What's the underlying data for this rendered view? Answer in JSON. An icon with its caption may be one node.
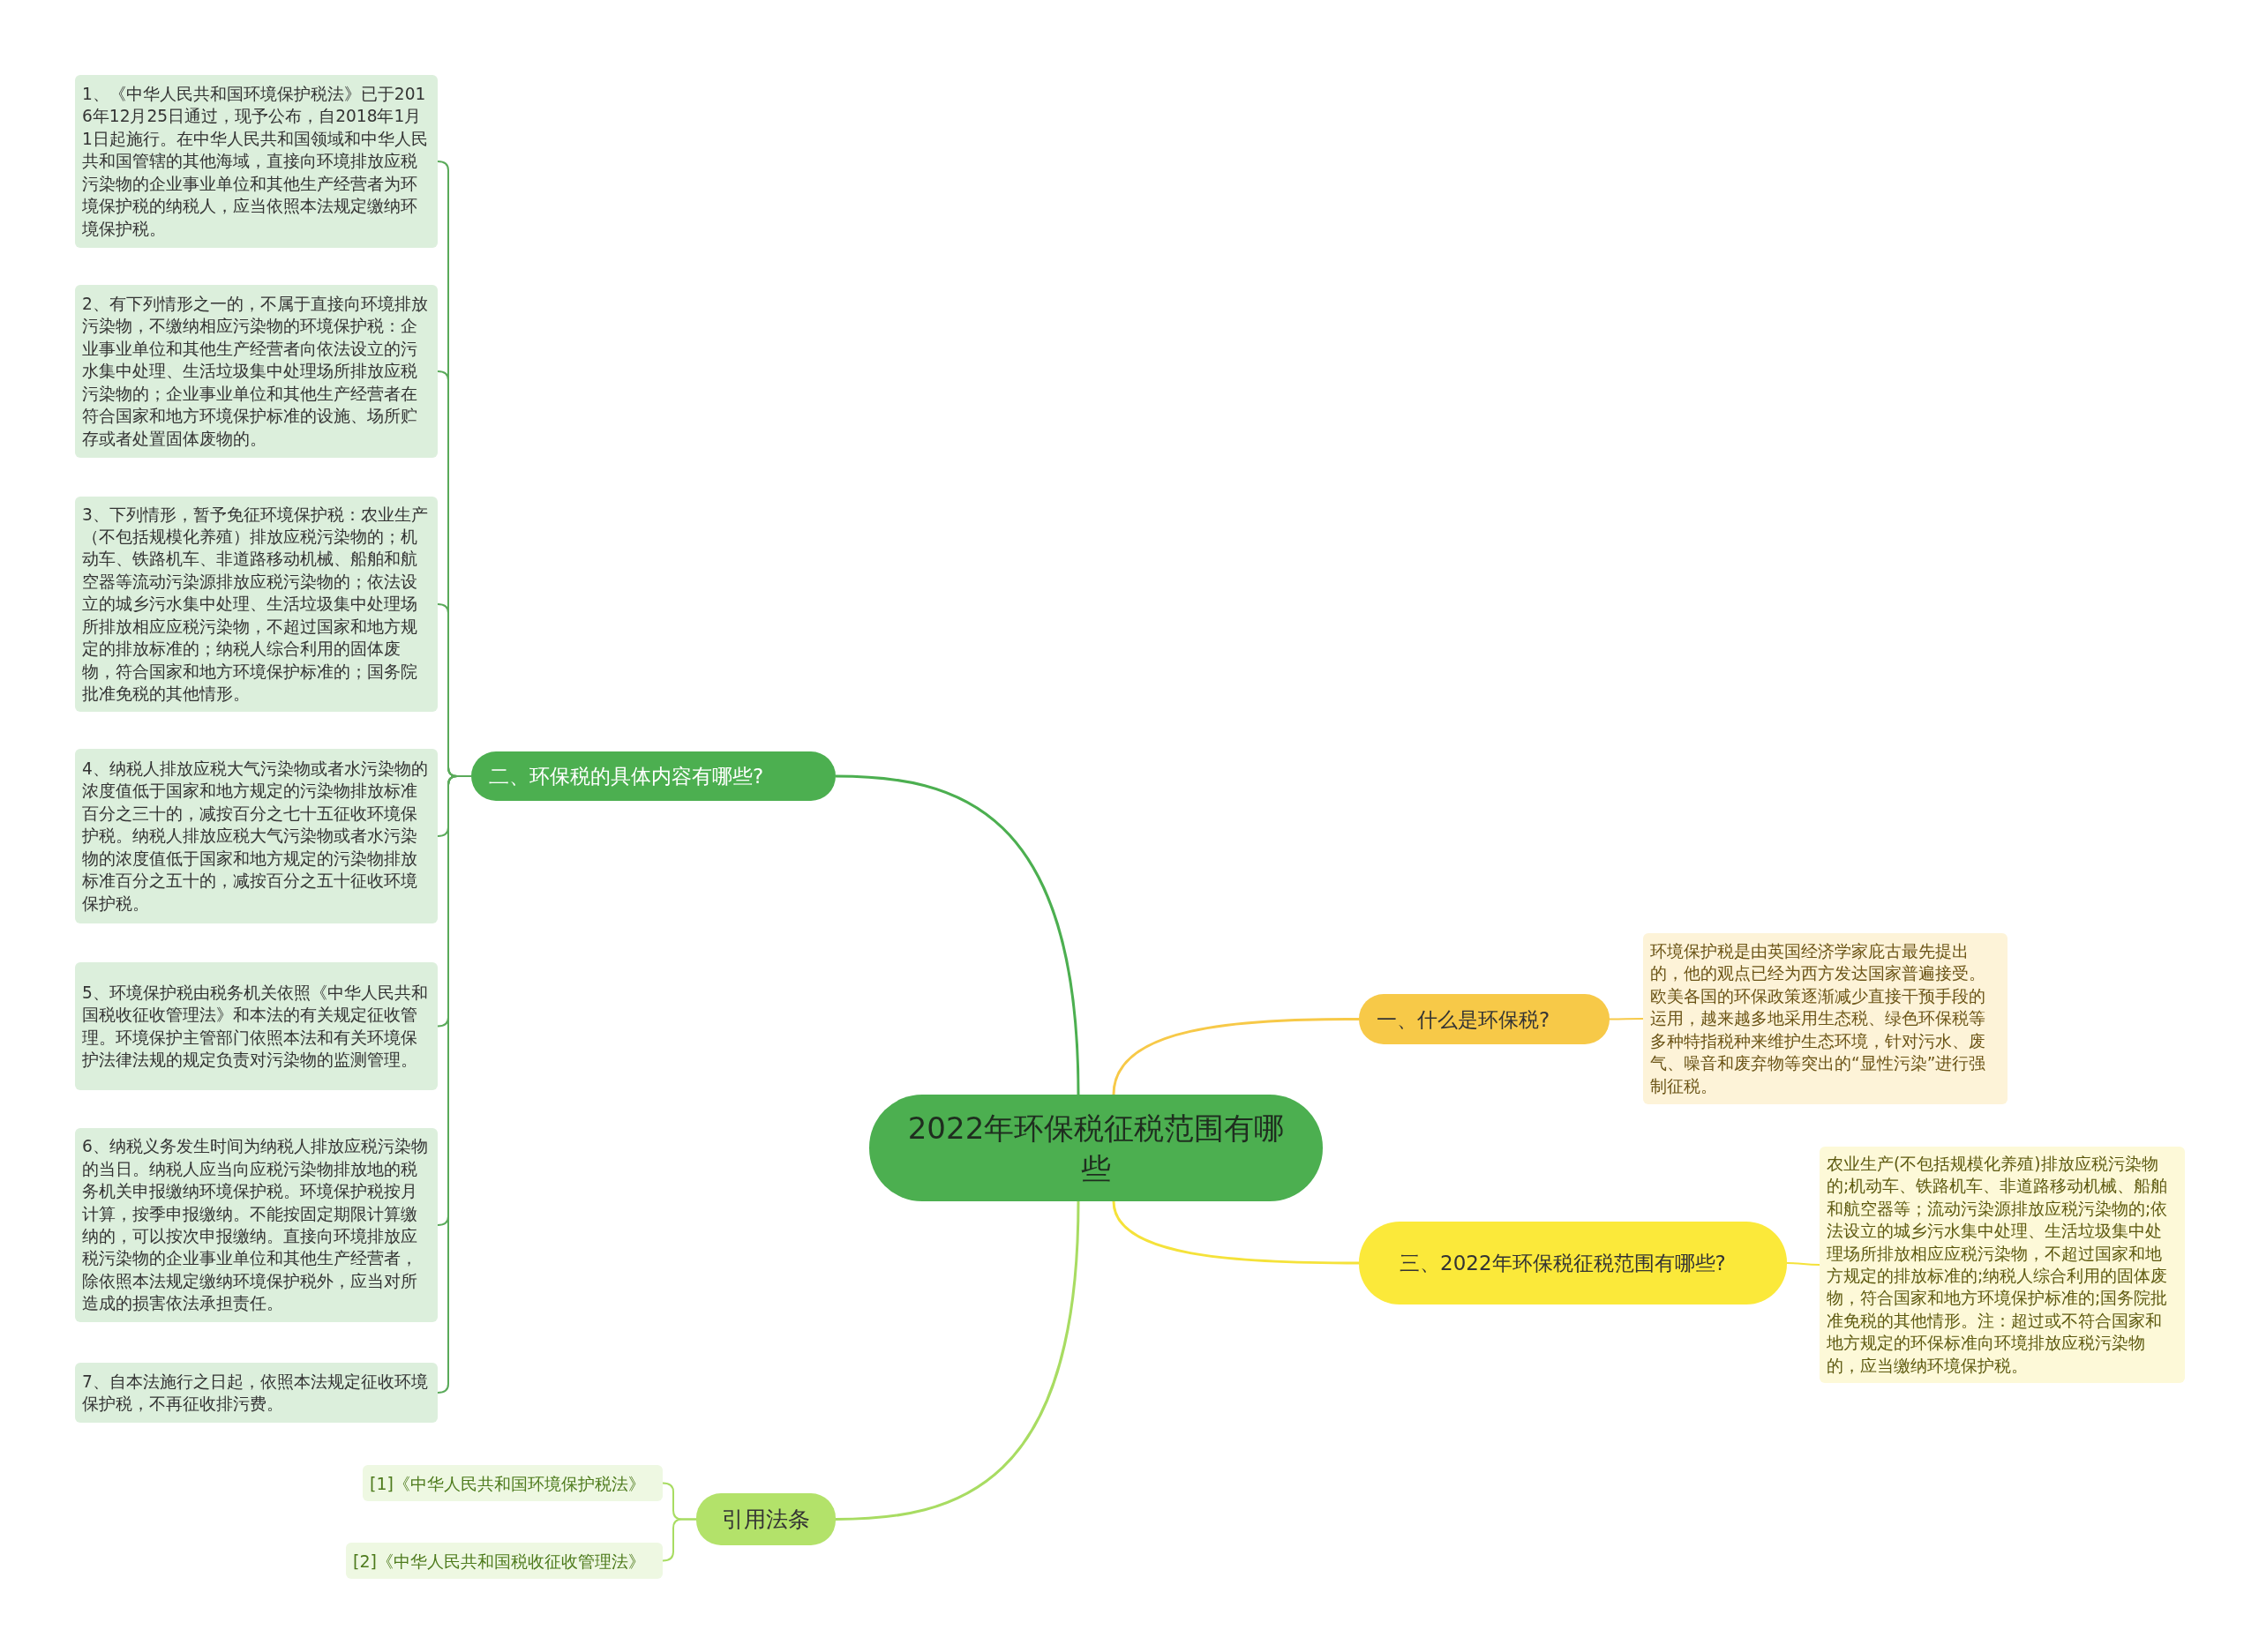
{
  "diagram": {
    "nodes": [
      {
        "text": [
          "2022年环保税征税范围有哪些"
        ]
      },
      {
        "text": [
          "二、环保税的具体内容有哪些?"
        ]
      },
      {
        "text": [
          "1、《中华人民共和国环境保护税法》已于2016年12月25日通过，现予公布，自2018年1月1日起施行。在中华人民共和国领域和中华人民共和国管辖的其他海域，直接向环境排放应税污染物的企业事业单位和其他生产经营者为环境保护税的纳税人，应当依照本法规定缴纳环境保护税。"
        ]
      },
      {
        "text": [
          "2、有下列情形之一的，不属于直接向环境排放污染物，不缴纳相应污染物的环境保护税：企业事业单位和其他生产经营者向依法设立的污水集中处理、生活垃圾集中处理场所排放应税污染物的；企业事业单位和其他生产经营者在符合国家和地方环境保护标准的设施、场所贮存或者处置固体废物的。"
        ]
      },
      {
        "text": [
          "3、下列情形，暂予免征环境保护税：农业生产（不包括规模化养殖）排放应税污染物的；机动车、铁路机车、非道路移动机械、船舶和航空器等流动污染源排放应税污染物的；依法设立的城乡污水集中处理、生活垃圾集中处理场所排放相应应税污染物，不超过国家和地方规定的排放标准的；纳税人综合利用的固体废物，符合国家和地方环境保护标准的；国务院批准免税的其他情形。"
        ]
      },
      {
        "text": [
          "4、纳税人排放应税大气污染物或者水污染物的浓度值低于国家和地方规定的污染物排放标准百分之三十的，减按百分之七十五征收环境保护税。纳税人排放应税大气污染物或者水污染物的浓度值低于国家和地方规定的污染物排放标准百分之五十的，减按百分之五十征收环境保护税。"
        ]
      },
      {
        "text": [
          "5、环境保护税由税务机关依照《中华人民共和国税收征收管理法》和本法的有关规定征收管理。环境保护主管部门依照本法和有关环境保护法律法规的规定负责对污染物的监测管理。"
        ]
      },
      {
        "text": [
          "6、纳税义务发生时间为纳税人排放应税污染物的当日。纳税人应当向应税污染物排放地的税务机关申报缴纳环境保护税。环境保护税按月计算，按季申报缴纳。不能按固定期限计算缴纳的，可以按次申报缴纳。直接向环境排放应税污染物的企业事业单位和其他生产经营者，除依照本法规定缴纳环境保护税外，应当对所造成的损害依法承担责任。"
        ]
      },
      {
        "text": [
          "7、自本法施行之日起，依照本法规定征收环境保护税，不再征收排污费。"
        ]
      },
      {
        "text": [
          "一、什么是环保税?"
        ]
      },
      {
        "text": [
          "环境保护税是由英国经济学家庇古最先提出的，他的观点已经为西方发达国家普遍接受。欧美各国的环保政策逐渐减少直接干预手段的运用，越来越多地采用生态税、绿色环保税等多种特指税种来维护生态环境，针对污水、废气、噪音和废弃物等突出的“显性污染”进行强制征税。"
        ]
      },
      {
        "text": [
          "三、2022年环保税征税范围有哪些?"
        ]
      },
      {
        "text": [
          "农业生产(不包括规模化养殖)排放应税污染物的;机动车、铁路机车、非道路移动机械、船舶和航空器等；流动污染源排放应税污染物的;依法设立的城乡污水集中处理、生活垃圾集中处理场所排放相应应税污染物，不超过国家和地方规定的排放标准的;纳税人综合利用的固体废物，符合国家和地方环境保护标准的;国务院批准免税的其他情形。注：超过或不符合国家和地方规定的环保标准向环境排放应税污染物的，应当缴纳环境保护税。"
        ]
      },
      {
        "text": [
          "引用法条"
        ]
      },
      {
        "text": [
          "[1]《中华人民共和国环境保护税法》"
        ]
      },
      {
        "text": [
          "[2]《中华人民共和国税收征收管理法》"
        ]
      }
    ],
    "edges": [
      {
        "from": 0,
        "to": 1,
        "arrow": "none",
        "color": "#4caf50"
      },
      {
        "from": 1,
        "to": 2,
        "arrow": "none",
        "color": "#5aaa5a"
      },
      {
        "from": 1,
        "to": 3,
        "arrow": "none",
        "color": "#5aaa5a"
      },
      {
        "from": 1,
        "to": 4,
        "arrow": "none",
        "color": "#5aaa5a"
      },
      {
        "from": 1,
        "to": 5,
        "arrow": "none",
        "color": "#5aaa5a"
      },
      {
        "from": 1,
        "to": 6,
        "arrow": "none",
        "color": "#5aaa5a"
      },
      {
        "from": 1,
        "to": 7,
        "arrow": "none",
        "color": "#5aaa5a"
      },
      {
        "from": 1,
        "to": 8,
        "arrow": "none",
        "color": "#5aaa5a"
      },
      {
        "from": 0,
        "to": 9,
        "arrow": "none",
        "color": "#f7c948"
      },
      {
        "from": 9,
        "to": 10,
        "arrow": "none",
        "color": "#f7c948"
      },
      {
        "from": 0,
        "to": 11,
        "arrow": "none",
        "color": "#f5e23a"
      },
      {
        "from": 11,
        "to": 12,
        "arrow": "none",
        "color": "#f5e23a"
      },
      {
        "from": 0,
        "to": 13,
        "arrow": "none",
        "color": "#a8dc62"
      },
      {
        "from": 13,
        "to": 14,
        "arrow": "none",
        "color": "#a8dc62"
      },
      {
        "from": 13,
        "to": 15,
        "arrow": "none",
        "color": "#a8dc62"
      }
    ]
  }
}
